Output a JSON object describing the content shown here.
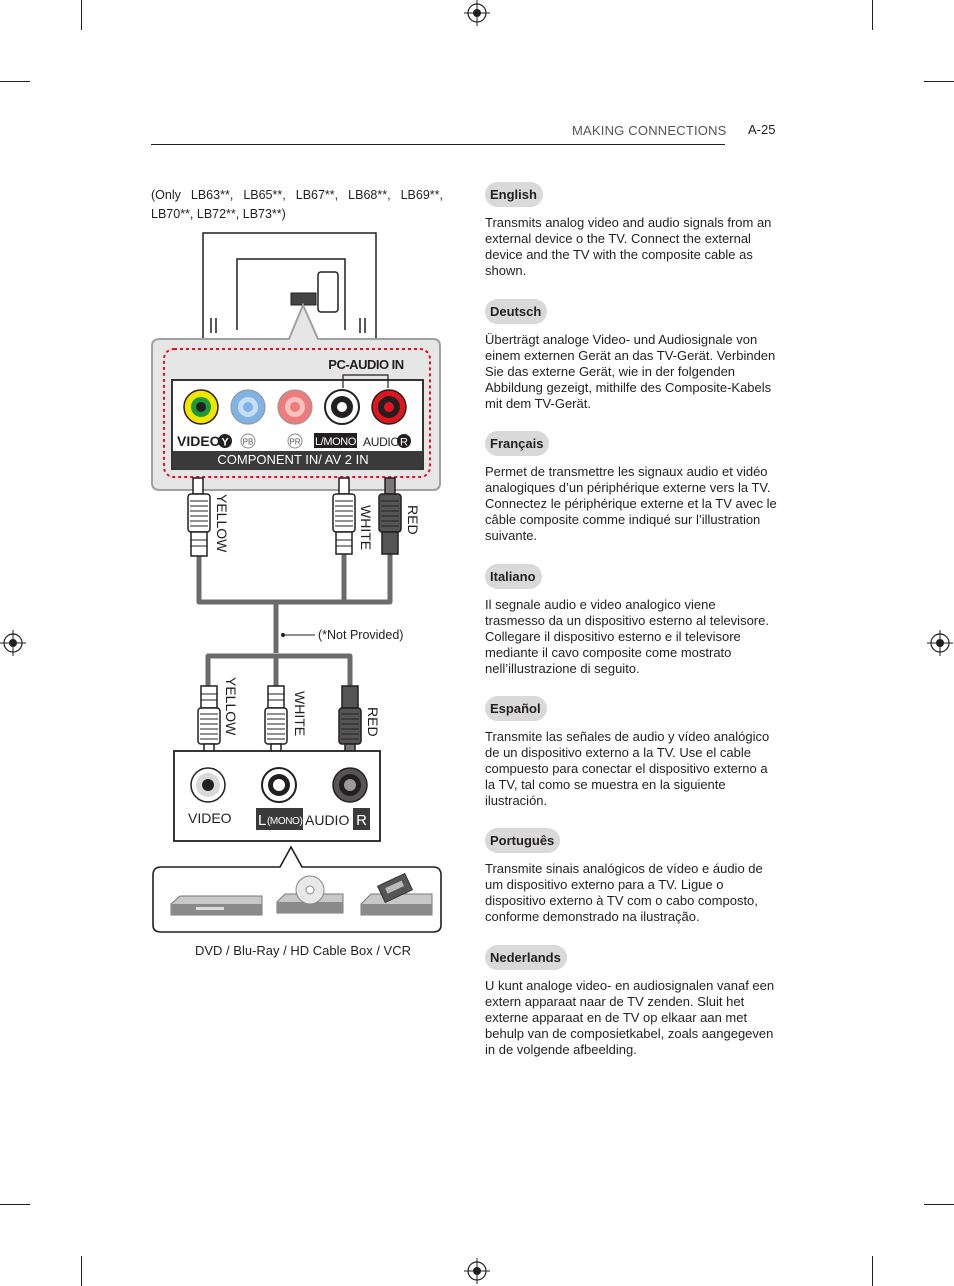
{
  "header": {
    "section": "MAKING CONNECTIONS",
    "page": "A-25"
  },
  "models_note": "(Only LB63**, LB65**, LB67**, LB68**, LB69**, LB70**, LB72**, LB73**)",
  "diagram": {
    "tv_panel": {
      "pc_audio_label": "PC-AUDIO IN",
      "video_label": "VIDEO/",
      "y_label": "Y",
      "pb_label": "PB",
      "pr_label": "PR",
      "l_mono_label": "L/MONO",
      "audio_label": "AUDIO",
      "r_label": "R",
      "component_label": "COMPONENT IN/ AV 2 IN"
    },
    "cable_labels_top": {
      "yellow": "YELLOW",
      "white": "WHITE",
      "red": "RED"
    },
    "not_provided": "(*Not Provided)",
    "cable_labels_bottom": {
      "yellow": "YELLOW",
      "white": "WHITE",
      "red": "RED"
    },
    "device_panel": {
      "video_label": "VIDEO",
      "l_label": "L",
      "mono_label": "(MONO)",
      "audio_label": "AUDIO",
      "r_label": "R"
    },
    "caption": "DVD / Blu-Ray / HD Cable Box / VCR",
    "colors": {
      "yellow": "#f2e600",
      "green": "#1a9a3c",
      "blue": "#7fb2e5",
      "pink": "#ef7b7b",
      "red": "#e1141e"
    }
  },
  "languages": [
    {
      "name": "English",
      "text": "Transmits analog video and audio signals from an external device o the TV. Connect the external device and the TV with the composite cable as shown."
    },
    {
      "name": "Deutsch",
      "text": "Überträgt analoge Video- und Audiosignale von einem externen Gerät an das TV-Gerät. Verbinden Sie das externe Gerät, wie in der folgenden Abbildung gezeigt, mithilfe des Composite-Kabels mit dem TV-Gerät."
    },
    {
      "name": "Français",
      "text": "Permet de transmettre les signaux audio et vidéo analogiques d’un périphérique externe vers la TV. Connectez le périphérique externe et la TV avec le câble composite comme indiqué sur l’illustration suivante."
    },
    {
      "name": "Italiano",
      "text": "Il segnale audio e video analogico viene trasmesso da un dispositivo esterno al televisore. Collegare il dispositivo esterno e il televisore mediante il cavo composite come mostrato nell’illustrazione di seguito."
    },
    {
      "name": "Español",
      "text": "Transmite las señales de audio y vídeo analógico de un dispositivo externo a la TV. Use el cable compuesto para conectar el dispositivo externo a la TV, tal como se muestra en la siguiente ilustración."
    },
    {
      "name": "Português",
      "text": "Transmite sinais analógicos de vídeo e áudio de um dispositivo externo para a TV. Ligue o dispositivo externo à TV com o cabo composto, conforme demonstrado na ilustração."
    },
    {
      "name": "Nederlands",
      "text": "U kunt analoge video- en audiosignalen vanaf een extern apparaat naar de TV zenden. Sluit het externe apparaat en de TV op elkaar aan met behulp van de composietkabel, zoals aangegeven in de volgende afbeelding."
    }
  ]
}
